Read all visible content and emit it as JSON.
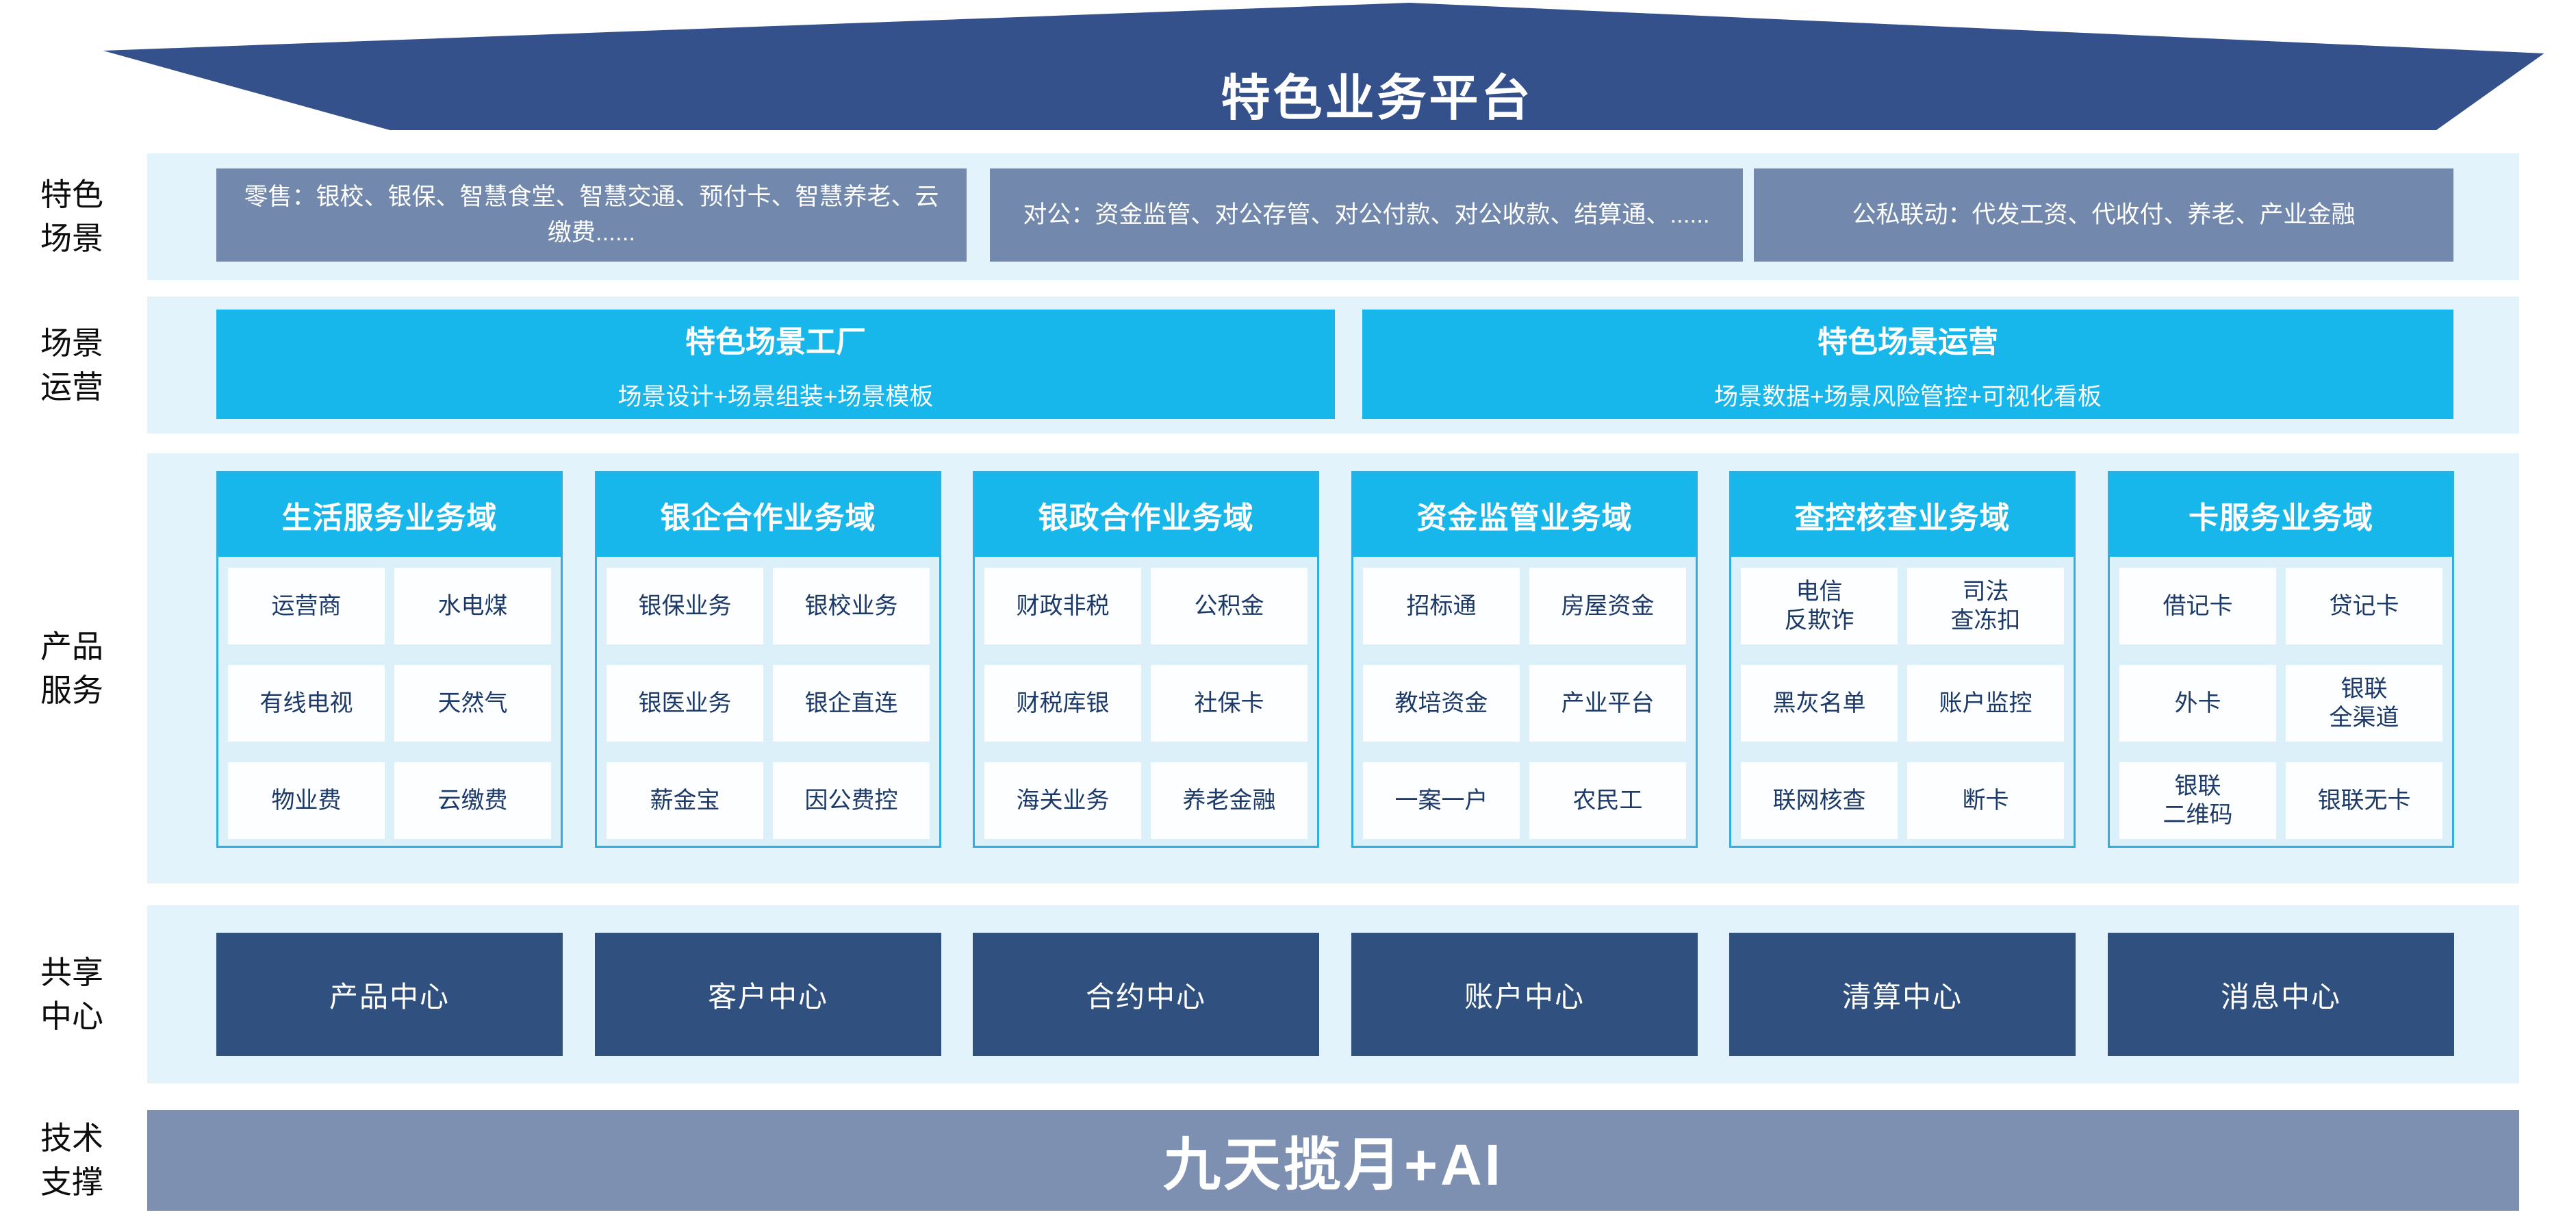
{
  "roof": {
    "title": "特色业务平台"
  },
  "labels": {
    "scenes": "特色\n场景",
    "operation": "场景\n运营",
    "products": "产品\n服务",
    "centers": "共享\n中心",
    "tech": "技术\n支撑"
  },
  "scenes": {
    "boxes": [
      "零售：银校、银保、智慧食堂、智慧交通、预付卡、智慧养老、云缴费......",
      "对公：资金监管、对公存管、对公付款、对公收款、结算通、......",
      "公私联动：代发工资、代收付、养老、产业金融"
    ]
  },
  "operation": {
    "factory": {
      "title": "特色场景工厂",
      "subtitle": "场景设计+场景组装+场景模板"
    },
    "ops": {
      "title": "特色场景运营",
      "subtitle": "场景数据+场景风险管控+可视化看板"
    }
  },
  "products": {
    "domains": [
      {
        "header": "生活服务业务域",
        "cells": [
          "运营商",
          "水电煤",
          "有线电视",
          "天然气",
          "物业费",
          "云缴费"
        ]
      },
      {
        "header": "银企合作业务域",
        "cells": [
          "银保业务",
          "银校业务",
          "银医业务",
          "银企直连",
          "薪金宝",
          "因公费控"
        ]
      },
      {
        "header": "银政合作业务域",
        "cells": [
          "财政非税",
          "公积金",
          "财税库银",
          "社保卡",
          "海关业务",
          "养老金融"
        ]
      },
      {
        "header": "资金监管业务域",
        "cells": [
          "招标通",
          "房屋资金",
          "教培资金",
          "产业平台",
          "一案一户",
          "农民工"
        ]
      },
      {
        "header": "查控核查业务域",
        "cells": [
          "电信\n反欺诈",
          "司法\n查冻扣",
          "黑灰名单",
          "账户监控",
          "联网核查",
          "断卡"
        ]
      },
      {
        "header": "卡服务业务域",
        "cells": [
          "借记卡",
          "贷记卡",
          "外卡",
          "银联\n全渠道",
          "银联\n二维码",
          "银联无卡"
        ]
      }
    ]
  },
  "centers": {
    "boxes": [
      "产品中心",
      "客户中心",
      "合约中心",
      "账户中心",
      "清算中心",
      "消息中心"
    ]
  },
  "tech": {
    "bar": "九天揽月+AI"
  },
  "colors": {
    "roof_navy": "#35518C",
    "band_light_blue": "#E2F3FB",
    "scene_box_slate": "#7288AC",
    "accent_cyan": "#18B7EB",
    "panel_border_cyan": "#2EAFDE",
    "panel_bg": "#DCF0FA",
    "cell_bg": "#FCFEFF",
    "cell_text_navy": "#1C3968",
    "center_box_navy": "#30507F",
    "tech_bar_slate": "#7D90B1"
  }
}
